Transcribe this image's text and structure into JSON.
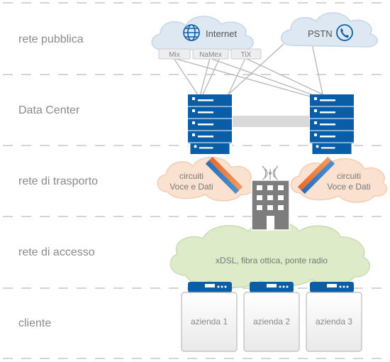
{
  "rows": [
    {
      "label": "rete pubblica"
    },
    {
      "label": "Data Center"
    },
    {
      "label": "rete di trasporto"
    },
    {
      "label": "rete di accesso"
    },
    {
      "label": "cliente"
    }
  ],
  "public_net": {
    "internet_label": "Internet",
    "pstn_label": "PSTN",
    "exchanges": [
      "Mix",
      "NaMex",
      "TiX"
    ],
    "icons": [
      "globe-icon",
      "phone-icon"
    ]
  },
  "transport": {
    "left_cloud_line1": "circuiti",
    "left_cloud_line2": "Voce e Dati",
    "right_cloud_line1": "circuiti",
    "right_cloud_line2": "Voce e Dati"
  },
  "access": {
    "cloud_label": "xDSL, fibra ottica, ponte radio"
  },
  "clients": [
    {
      "label": "azienda 1"
    },
    {
      "label": "azienda 2"
    },
    {
      "label": "azienda 3"
    }
  ],
  "colors": {
    "server_blue": "#0a5ea8",
    "cloud_blue_fill": "#dde8f3",
    "cloud_orange_fill": "#fbe2d0",
    "cloud_green_fill": "#ddebc8",
    "building_gray": "#7d7d7d",
    "divider": "#bbbbbb"
  }
}
